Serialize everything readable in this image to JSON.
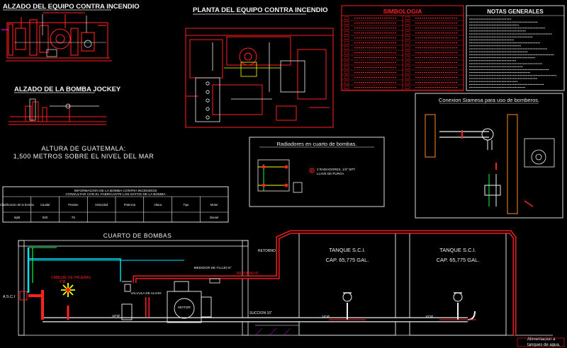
{
  "titles": {
    "elev_fire": "ALZADO DEL EQUIPO CONTRA INCENDIO",
    "plan_fire": "PLANTA DEL EQUIPO CONTRA INCENDIO",
    "elev_jockey": "ALZADO DE LA BOMBA JOCKEY",
    "altitude_line1": "ALTURA DE GUATEMALA:",
    "altitude_line2": "1,500 METROS SOBRE EL NIVEL DEL MAR",
    "simbologia": "SIMBOLOGIA",
    "notas": "NOTAS GENERALES",
    "radiadores": "Radiadores en cuarto de bombas.",
    "siamesa": "Conexion Siamesa para uso de bomberos.",
    "cuarto": "CUARTO DE BOMBAS"
  },
  "tank1": {
    "title": "TANQUE S.C.I.",
    "cap": "CAP. 65,775 GAL."
  },
  "tank2": {
    "title": "TANQUE S.C.I.",
    "cap": "CAP. 65,775 GAL."
  },
  "labels": {
    "retorno": "RETORNO",
    "retorno8": "RETORNO 8\"",
    "succion10": "SUCCION 10\"",
    "pipe10a": "10\"Ø",
    "pipe10b": "10\"Ø",
    "pipe10c": "10\"Ø",
    "medidor": "MEDIDOR DE FLUJO 8\"",
    "cabezal": "CABEZAL DE PRUEBAS",
    "cabezal_size": "6\"Ø",
    "a_sci": "A S.C.I",
    "alimentacion1": "Alimentacion a",
    "alimentacion2": "tanques de agua.",
    "motor": "MOTOR",
    "valvula": "VALVULA DE ALIVIO",
    "radiador_note1": "2 RADIADORES, 1/2\" NPT.",
    "radiador_note2": "LLAVE DE PURGA"
  },
  "table": {
    "title1": "INFORMACION DE LA BOMBA CONTRA INCENDIOS",
    "title2": "CONSULTAR CON EL FABRICANTE LOS DATOS DE LA BOMBA",
    "headers": [
      "Clasificacion de la bomba",
      "Caudal",
      "Presion",
      "Velocidad",
      "Potencia",
      "Altura",
      "Tipo",
      "Motor"
    ],
    "row": [
      "Split",
      "500",
      "75",
      "",
      "",
      "",
      "",
      "Diesel"
    ]
  },
  "colors": {
    "red": "#ff2020",
    "white": "#f2f2f2",
    "yellow": "#ffff00",
    "cyan": "#00e5ff",
    "green": "#00ff40",
    "magenta": "#ff00ff",
    "blue": "#3050ff",
    "orange": "#ff8c1a"
  }
}
